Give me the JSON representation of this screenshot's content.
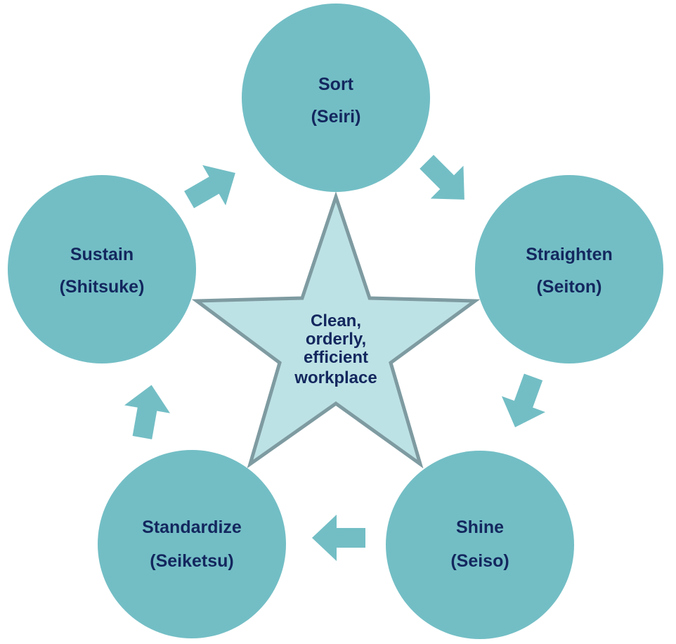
{
  "colors": {
    "circle_fill": "#73bec5",
    "arrow_fill": "#73bec5",
    "star_fill": "#bde2e5",
    "star_stroke": "#7e9ba1",
    "text": "#13275e"
  },
  "center": {
    "lines": [
      "Clean,",
      "orderly,",
      "efficient",
      "workplace"
    ]
  },
  "steps": [
    {
      "id": "sort",
      "name": "Sort",
      "japanese": "(Seiri)"
    },
    {
      "id": "straighten",
      "name": "Straighten",
      "japanese": "(Seiton)"
    },
    {
      "id": "shine",
      "name": "Shine",
      "japanese": "(Seiso)"
    },
    {
      "id": "standardize",
      "name": "Standardize",
      "japanese": "(Seiketsu)"
    },
    {
      "id": "sustain",
      "name": "Sustain",
      "japanese": "(Shitsuke)"
    }
  ]
}
